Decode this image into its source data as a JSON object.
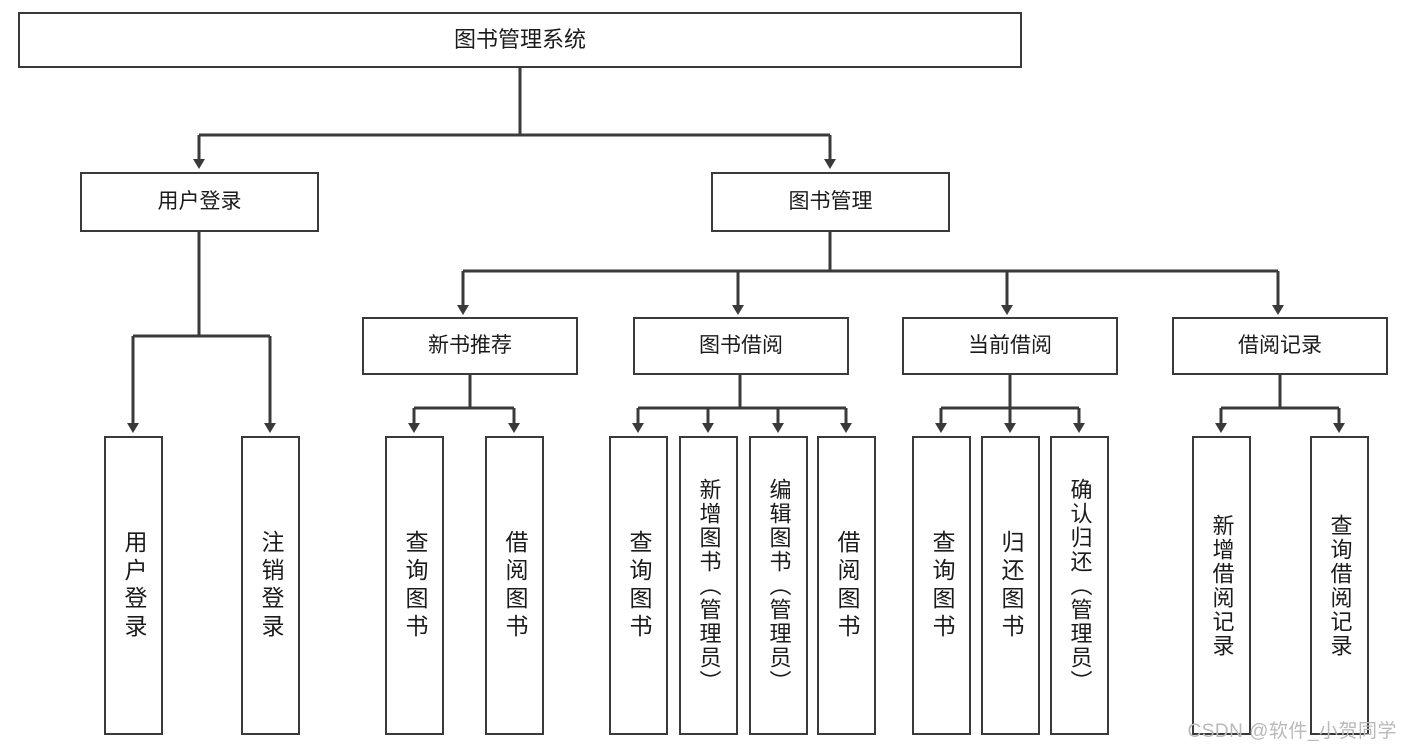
{
  "diagram": {
    "title": "图书管理系统",
    "watermark": "CSDN @软件_小贺同学",
    "colors": {
      "stroke": "#3a3a3a",
      "fill": "#ffffff",
      "text": "#1b1b1b",
      "watermark": "#b9b9b9"
    },
    "levels": {
      "root": "图书管理系统",
      "level1": [
        "用户登录",
        "图书管理"
      ],
      "level2": [
        "新书推荐",
        "图书借阅",
        "当前借阅",
        "借阅记录"
      ]
    },
    "nodes": {
      "root": {
        "label": "图书管理系统"
      },
      "user_login": {
        "label": "用户登录"
      },
      "book_manage": {
        "label": "图书管理"
      },
      "new_book_rec": {
        "label": "新书推荐"
      },
      "book_borrow": {
        "label": "图书借阅"
      },
      "current_borrow": {
        "label": "当前借阅"
      },
      "borrow_record": {
        "label": "借阅记录"
      },
      "leaf_user_login": {
        "label": "用户登录"
      },
      "leaf_logout": {
        "label": "注销登录"
      },
      "leaf_query_book_1": {
        "label": "查询图书"
      },
      "leaf_borrow_book_1": {
        "label": "借阅图书"
      },
      "leaf_query_book_2": {
        "label": "查询图书"
      },
      "leaf_add_book": {
        "label": "新增图书（管理员）"
      },
      "leaf_edit_book": {
        "label": "编辑图书（管理员）"
      },
      "leaf_borrow_book_2": {
        "label": "借阅图书"
      },
      "leaf_query_book_3": {
        "label": "查询图书"
      },
      "leaf_return_book": {
        "label": "归还图书"
      },
      "leaf_confirm_return": {
        "label": "确认归还（管理员）"
      },
      "leaf_add_record": {
        "label": "新增借阅记录"
      },
      "leaf_query_record": {
        "label": "查询借阅记录"
      }
    }
  }
}
